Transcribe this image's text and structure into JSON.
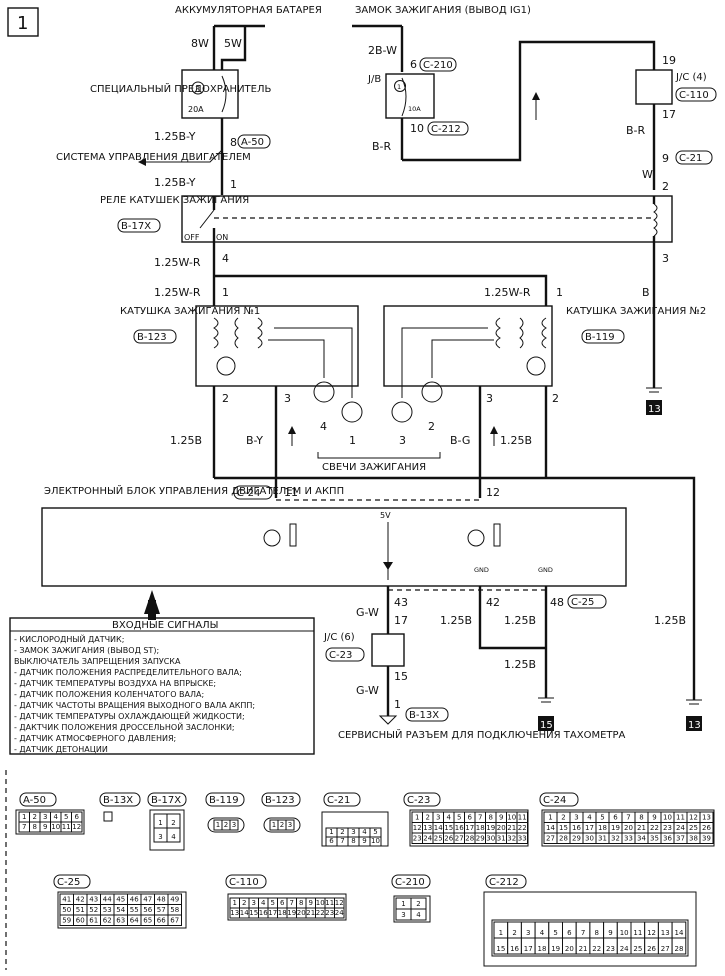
{
  "page_number": "1",
  "battery": "АККУМУЛЯТОРНАЯ БАТАРЕЯ",
  "ignition_switch": "ЗАМОК ЗАЖИГАНИЯ (ВЫВОД IG1)",
  "fuse": {
    "label": "СПЕЦИАЛЬНЫЙ ПРЕДОХРАНИТЕЛЬ",
    "num": "3",
    "rating": "20A",
    "w1": "8W",
    "w2": "5W"
  },
  "jb": {
    "label": "J/B",
    "num": "1",
    "rating": "10A",
    "wire_in": "2B-W",
    "wire_out": "B-R",
    "pin_in": "6",
    "pin_out": "10",
    "conn_in": "C-210",
    "conn_out": "C-212"
  },
  "jc4": {
    "label": "J/C (4)",
    "conn": "C-110",
    "pin_top": "19",
    "pin_bottom": "17",
    "wire": "B-R",
    "pin9": "9",
    "conn9": "C-21",
    "wire_w": "W"
  },
  "engine_system": "СИСТЕМА УПРАВЛЕНИЯ ДВИГАТЕЛЕМ",
  "a50": {
    "conn": "A-50",
    "pin": "8",
    "wire_top": "1.25B-Y",
    "wire_bottom": "1.25B-Y"
  },
  "relay": {
    "label": "РЕЛЕ КАТУШЕК ЗАЖИГАНИЯ",
    "conn": "B-17X",
    "off": "OFF",
    "on": "ON",
    "pin1": "1",
    "pin2": "2",
    "pin3": "3",
    "pin4": "4"
  },
  "wire_125wr": "1.25W-R",
  "wire_b": "B",
  "coil1": {
    "label": "КАТУШКА ЗАЖИГАНИЯ №1",
    "conn": "B-123",
    "pin1": "1",
    "pin2": "2",
    "pin3": "3",
    "plug_a": "4",
    "plug_b": "1"
  },
  "coil2": {
    "label": "КАТУШКА ЗАЖИГАНИЯ №2",
    "conn": "B-119",
    "pin1": "1",
    "pin2": "2",
    "pin3": "3",
    "plug_a": "3",
    "plug_b": "2"
  },
  "plugs_label": "СВЕЧИ ЗАЖИГАНИЯ",
  "wire_125b": "1.25B",
  "wire_by": "B-Y",
  "wire_bg": "B-G",
  "ground13": "13",
  "ground15": "15",
  "ecu": {
    "label": "ЭЛЕКТРОННЫЙ БЛОК УПРАВЛЕНИЯ ДВИГАТЕЛЕМ И АКПП",
    "conn": "C-24",
    "pin11": "11",
    "pin12": "12",
    "v5": "5V",
    "gnd": "GND",
    "pin43": "43",
    "pin42": "42",
    "pin48": "48",
    "conn_gnd": "C-25"
  },
  "jc6": {
    "label": "J/C (6)",
    "conn": "C-23",
    "pin_top": "17",
    "pin_bottom": "15",
    "wire": "G-W"
  },
  "service": {
    "label": "СЕРВИСНЫЙ РАЗЪЕМ ДЛЯ ПОДКЛЮЧЕНИЯ ТАХОМЕТРА",
    "pin": "1",
    "conn": "B-13X"
  },
  "inputs": {
    "title": "ВХОДНЫЕ СИГНАЛЫ",
    "items": [
      "- КИСЛОРОДНЫЙ ДАТЧИК;",
      "- ЗАМОК ЗАЖИГАНИЯ (ВЫВОД ST);",
      "ВЫКЛЮЧАТЕЛЬ ЗАПРЕЩЕНИЯ ЗАПУСКА",
      "- ДАТЧИК ПОЛОЖЕНИЯ РАСПРЕДЕЛИТЕЛЬНОГО ВАЛА;",
      "- ДАТЧИК ТЕМПЕРАТУРЫ ВОЗДУХА НА ВПРЫСКЕ;",
      "- ДАТЧИК ПОЛОЖЕНИЯ КОЛЕНЧАТОГО ВАЛА;",
      "- ДАТЧИК ЧАСТОТЫ ВРАЩЕНИЯ ВЫХОДНОГО ВАЛА АКПП;",
      "- ДАТЧИК ТЕМПЕРАТУРЫ ОХЛАЖДАЮЩЕЙ ЖИДКОСТИ;",
      "- ДАКТЧИК ПОЛОЖЕНИЯ ДРОССЕЛЬНОЙ ЗАСЛОНКИ;",
      "- ДАТЧИК АТМОСФЕРНОГО ДАВЛЕНИЯ;",
      "- ДАТЧИК ДЕТОНАЦИИ"
    ]
  },
  "connectors": {
    "a50": "A-50",
    "b13x": "B-13X",
    "b17x": "B-17X",
    "b119": "B-119",
    "b123": "B-123",
    "c21": "C-21",
    "c23": "C-23",
    "c24": "C-24",
    "c25": "C-25",
    "c110": "C-110",
    "c210": "C-210",
    "c212": "C-212"
  }
}
